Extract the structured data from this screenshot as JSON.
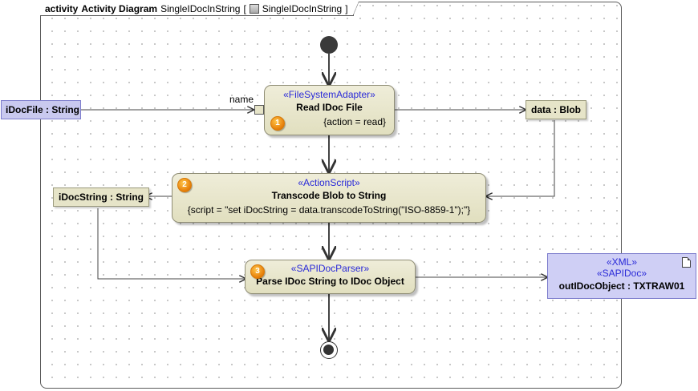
{
  "frame": {
    "kind_keyword": "activity",
    "diagram_type": "Activity Diagram",
    "name": "SingleIDocInString",
    "bracket_open": "[",
    "ref_name": "SingleIDocInString",
    "bracket_close": "]"
  },
  "nodes": {
    "read_idoc": {
      "number": "1",
      "stereotype": "«FileSystemAdapter»",
      "title": "Read IDoc File",
      "property": "{action = read}",
      "pin_label": "name"
    },
    "transcode": {
      "number": "2",
      "stereotype": "«ActionScript»",
      "title": "Transcode Blob to String",
      "property": "{script = \"set iDocString = data.transcodeToString(\"ISO-8859-1\");\"}"
    },
    "parse": {
      "number": "3",
      "stereotype": "«SAPIDocParser»",
      "title": "Parse IDoc String to IDoc Object"
    }
  },
  "objects": {
    "idoc_file": "iDocFile : String",
    "data_blob": "data : Blob",
    "idoc_string": "iDocString : String",
    "out_idoc": {
      "stereotype_1": "«XML»",
      "stereotype_2": "«SAPIDoc»",
      "label": "outIDocObject : TXTRAW01"
    }
  },
  "colors": {
    "action_fill": "#e6e4c8",
    "parameter_fill": "#c9c9ef",
    "stereotype_text": "#2a2ad8",
    "badge": "#f29a1c"
  }
}
